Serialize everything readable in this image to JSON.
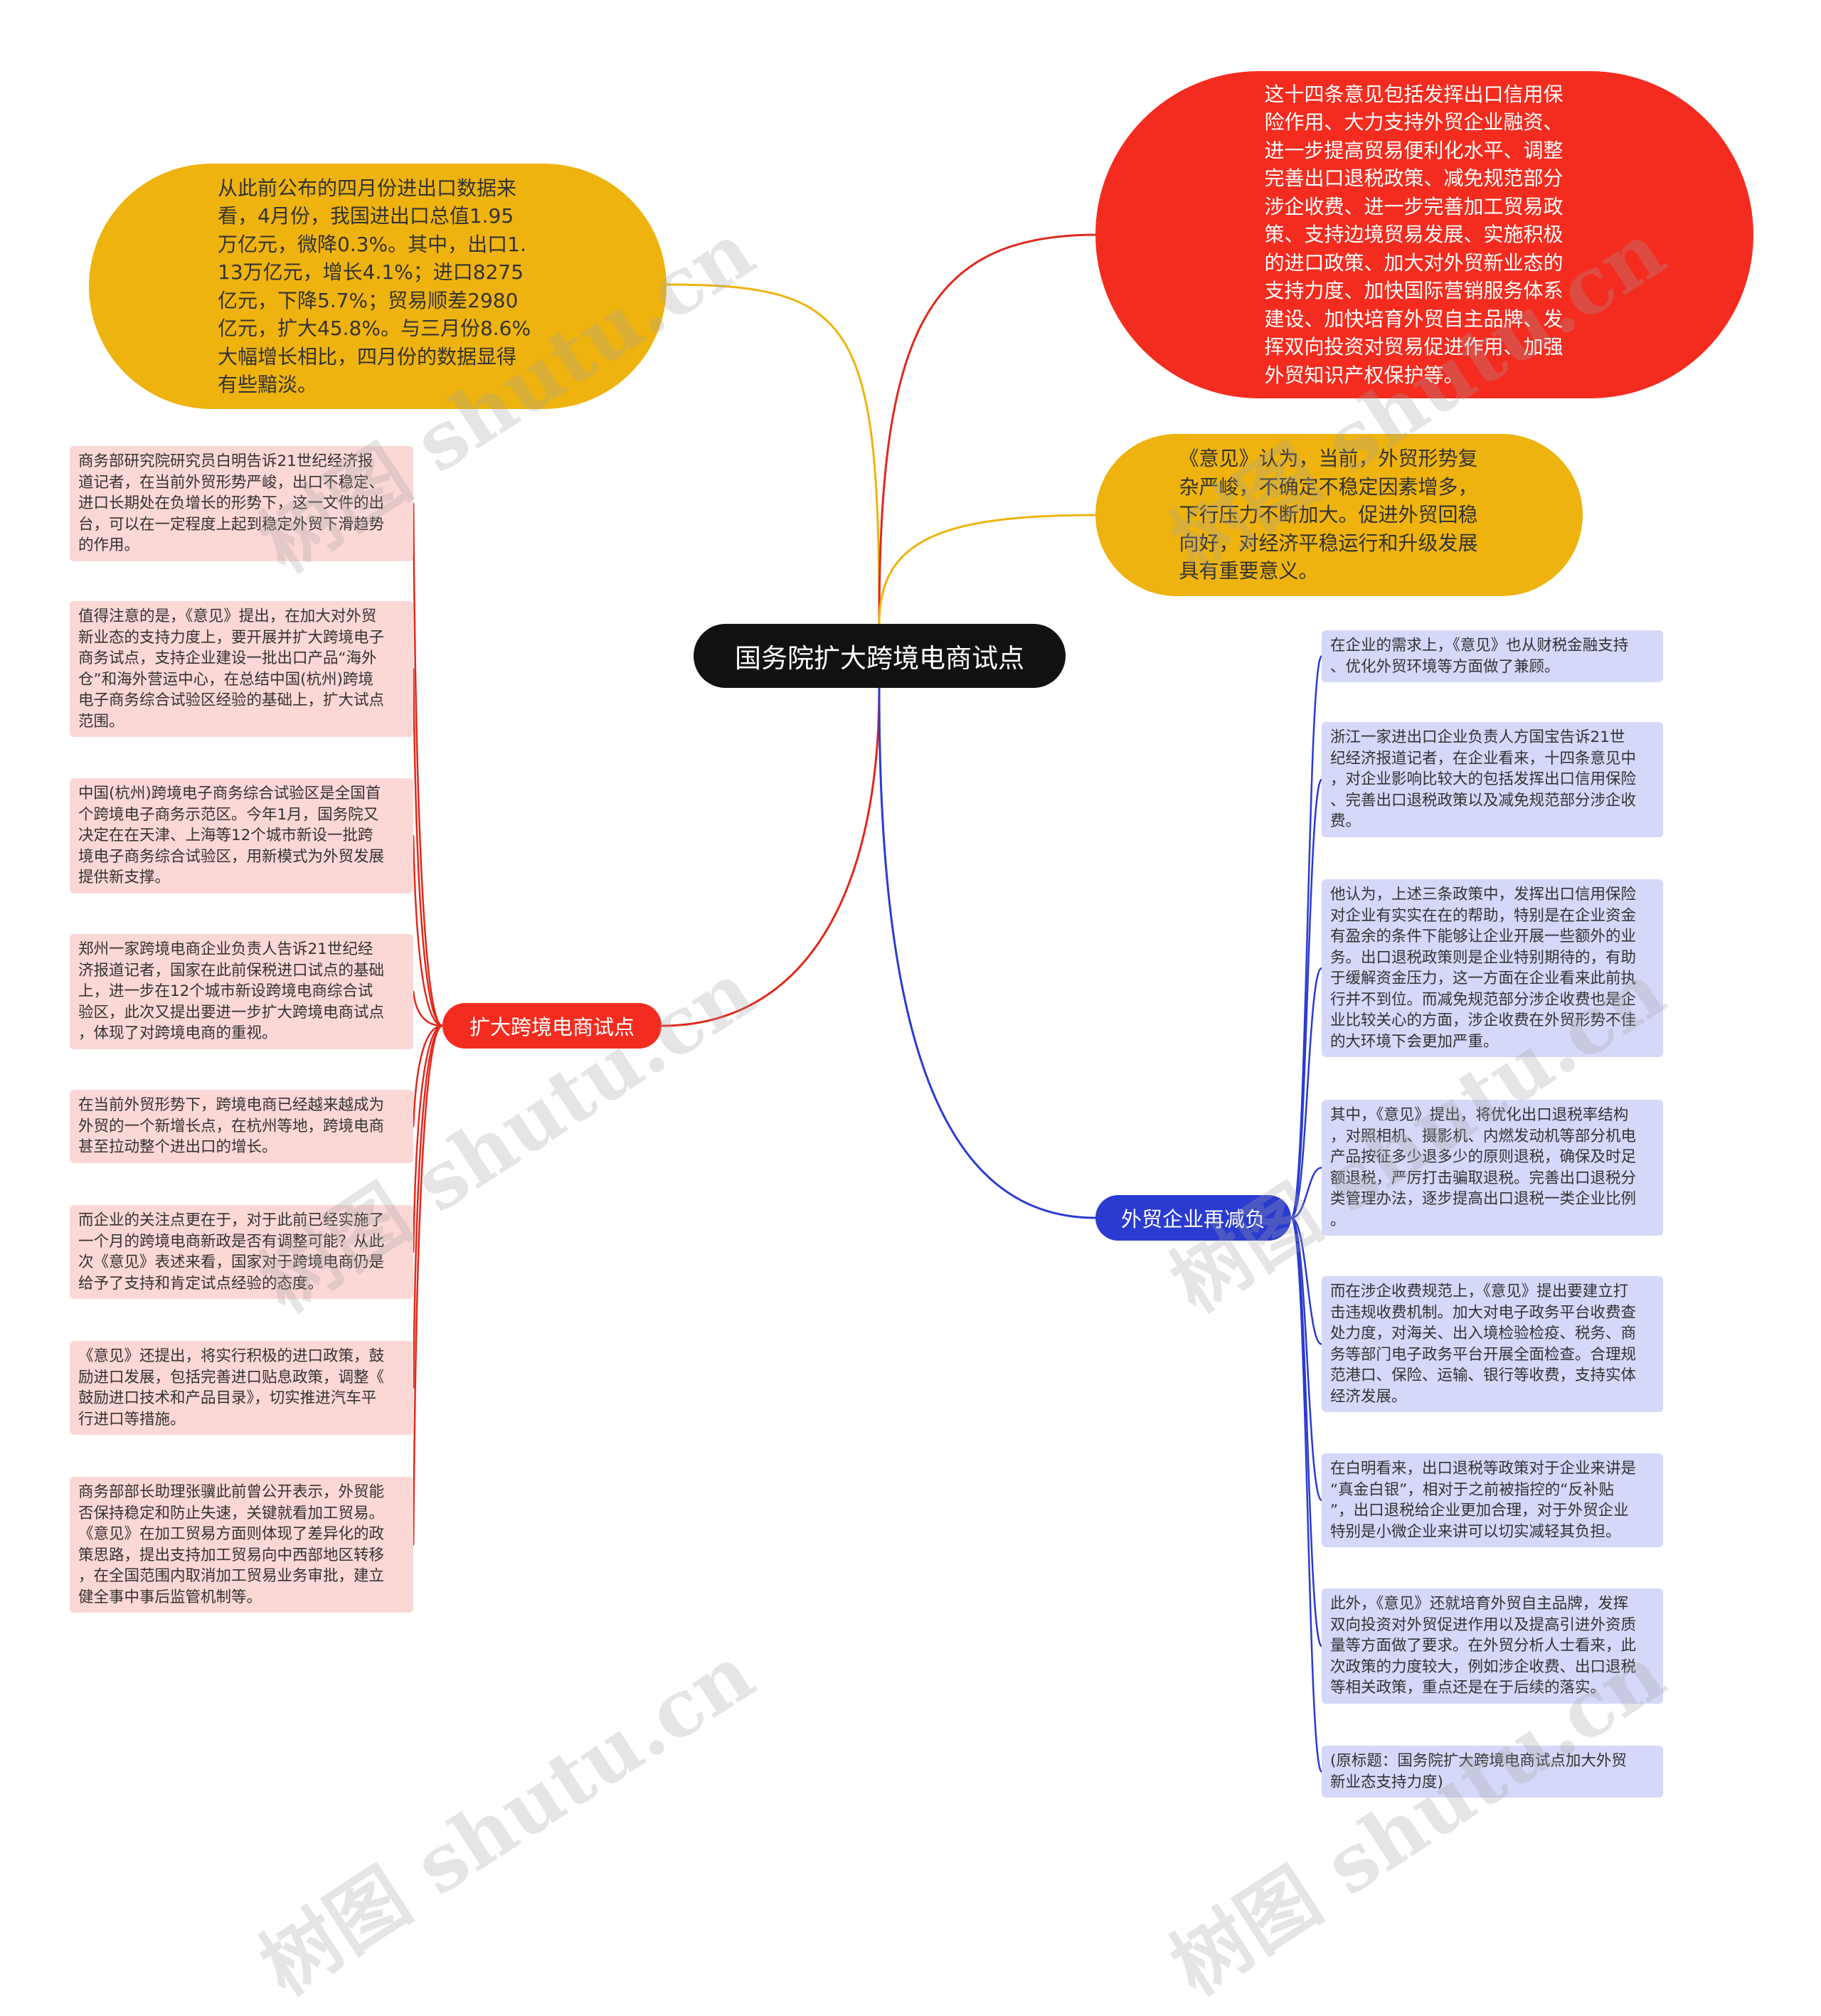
{
  "central": {
    "label": "国务院扩大跨境电商试点"
  },
  "top_left_blob": {
    "text": "从此前公布的四月份进出口数据来\n看，4月份，我国进出口总值1.95\n万亿元，微降0.3%。其中，出口1.\n13万亿元，增长4.1%；进口8275\n亿元，下降5.7%；贸易顺差2980\n亿元，扩大45.8%。与三月份8.6%\n大幅增长相比，四月份的数据显得\n有些黯淡。"
  },
  "top_right_blob": {
    "text": "这十四条意见包括发挥出口信用保\n险作用、大力支持外贸企业融资、\n进一步提高贸易便利化水平、调整\n完善出口退税政策、减免规范部分\n涉企收费、进一步完善加工贸易政\n策、支持边境贸易发展、实施积极\n的进口政策、加大对外贸新业态的\n支持力度、加快国际营销服务体系\n建设、加快培育外贸自主品牌、发\n挥双向投资对贸易促进作用、加强\n外贸知识产权保护等。"
  },
  "mid_right_blob": {
    "text": "《意见》认为，当前，外贸形势复\n杂严峻，不确定不稳定因素增多，\n下行压力不断加大。促进外贸回稳\n向好，对经济平稳运行和升级发展\n具有重要意义。"
  },
  "left_branch": {
    "label": "扩大跨境电商试点",
    "cards": [
      "商务部研究院研究员白明告诉21世纪经济报\n道记者，在当前外贸形势严峻，出口不稳定、\n进口长期处在负增长的形势下，这一文件的出\n台，可以在一定程度上起到稳定外贸下滑趋势\n的作用。",
      "值得注意的是，《意见》提出，在加大对外贸\n新业态的支持力度上，要开展并扩大跨境电子\n商务试点，支持企业建设一批出口产品“海外\n仓”和海外营运中心，在总结中国(杭州)跨境\n电子商务综合试验区经验的基础上，扩大试点\n范围。",
      "中国(杭州)跨境电子商务综合试验区是全国首\n个跨境电子商务示范区。今年1月，国务院又\n决定在在天津、上海等12个城市新设一批跨\n境电子商务综合试验区，用新模式为外贸发展\n提供新支撑。",
      "郑州一家跨境电商企业负责人告诉21世纪经\n济报道记者，国家在此前保税进口试点的基础\n上，进一步在12个城市新设跨境电商综合试\n验区，此次又提出要进一步扩大跨境电商试点\n，体现了对跨境电商的重视。",
      "在当前外贸形势下，跨境电商已经越来越成为\n外贸的一个新增长点，在杭州等地，跨境电商\n甚至拉动整个进出口的增长。",
      "而企业的关注点更在于，对于此前已经实施了\n一个月的跨境电商新政是否有调整可能？从此\n次《意见》表述来看，国家对于跨境电商仍是\n给予了支持和肯定试点经验的态度。",
      "《意见》还提出，将实行积极的进口政策，鼓\n励进口发展，包括完善进口贴息政策，调整《\n鼓励进口技术和产品目录》，切实推进汽车平\n行进口等措施。",
      "商务部部长助理张骥此前曾公开表示，外贸能\n否保持稳定和防止失速，关键就看加工贸易。\n《意见》在加工贸易方面则体现了差异化的政\n策思路，提出支持加工贸易向中西部地区转移\n，在全国范围内取消加工贸易业务审批，建立\n健全事中事后监管机制等。"
    ]
  },
  "right_branch": {
    "label": "外贸企业再减负",
    "cards": [
      "在企业的需求上，《意见》也从财税金融支持\n、优化外贸环境等方面做了兼顾。",
      "浙江一家进出口企业负责人方国宝告诉21世\n纪经济报道记者，在企业看来，十四条意见中\n，对企业影响比较大的包括发挥出口信用保险\n、完善出口退税政策以及减免规范部分涉企收\n费。",
      "他认为，上述三条政策中，发挥出口信用保险\n对企业有实实在在的帮助，特别是在企业资金\n有盈余的条件下能够让企业开展一些额外的业\n务。出口退税政策则是企业特别期待的，有助\n于缓解资金压力，这一方面在企业看来此前执\n行并不到位。而减免规范部分涉企收费也是企\n业比较关心的方面，涉企收费在外贸形势不佳\n的大环境下会更加严重。",
      "其中，《意见》提出，将优化出口退税率结构\n，对照相机、摄影机、内燃发动机等部分机电\n产品按征多少退多少的原则退税，确保及时足\n额退税，严厉打击骗取退税。完善出口退税分\n类管理办法，逐步提高出口退税一类企业比例\n。",
      "而在涉企收费规范上，《意见》提出要建立打\n击违规收费机制。加大对电子政务平台收费查\n处力度，对海关、出入境检验检疫、税务、商\n务等部门电子政务平台开展全面检查。合理规\n范港口、保险、运输、银行等收费，支持实体\n经济发展。",
      "在白明看来，出口退税等政策对于企业来讲是\n“真金白银”，相对于之前被指控的“反补贴\n”，出口退税给企业更加合理，对于外贸企业\n特别是小微企业来讲可以切实减轻其负担。",
      "此外，《意见》还就培育外贸自主品牌，发挥\n双向投资对外贸促进作用以及提高引进外资质\n量等方面做了要求。在外贸分析人士看来，此\n次政策的力度较大，例如涉企收费、出口退税\n等相关政策，重点还是在于后续的落实。",
      "(原标题：国务院扩大跨境电商试点加大外贸\n新业态支持力度)"
    ]
  },
  "watermark": {
    "text": "树图 shutu.cn"
  },
  "colors": {
    "central_bg": "#111111",
    "yellow": "#eeb30e",
    "red": "#f42c1f",
    "blue": "#2a3bd0",
    "pink_card": "#fbd7d5",
    "blue_card": "#d5d8f8"
  }
}
